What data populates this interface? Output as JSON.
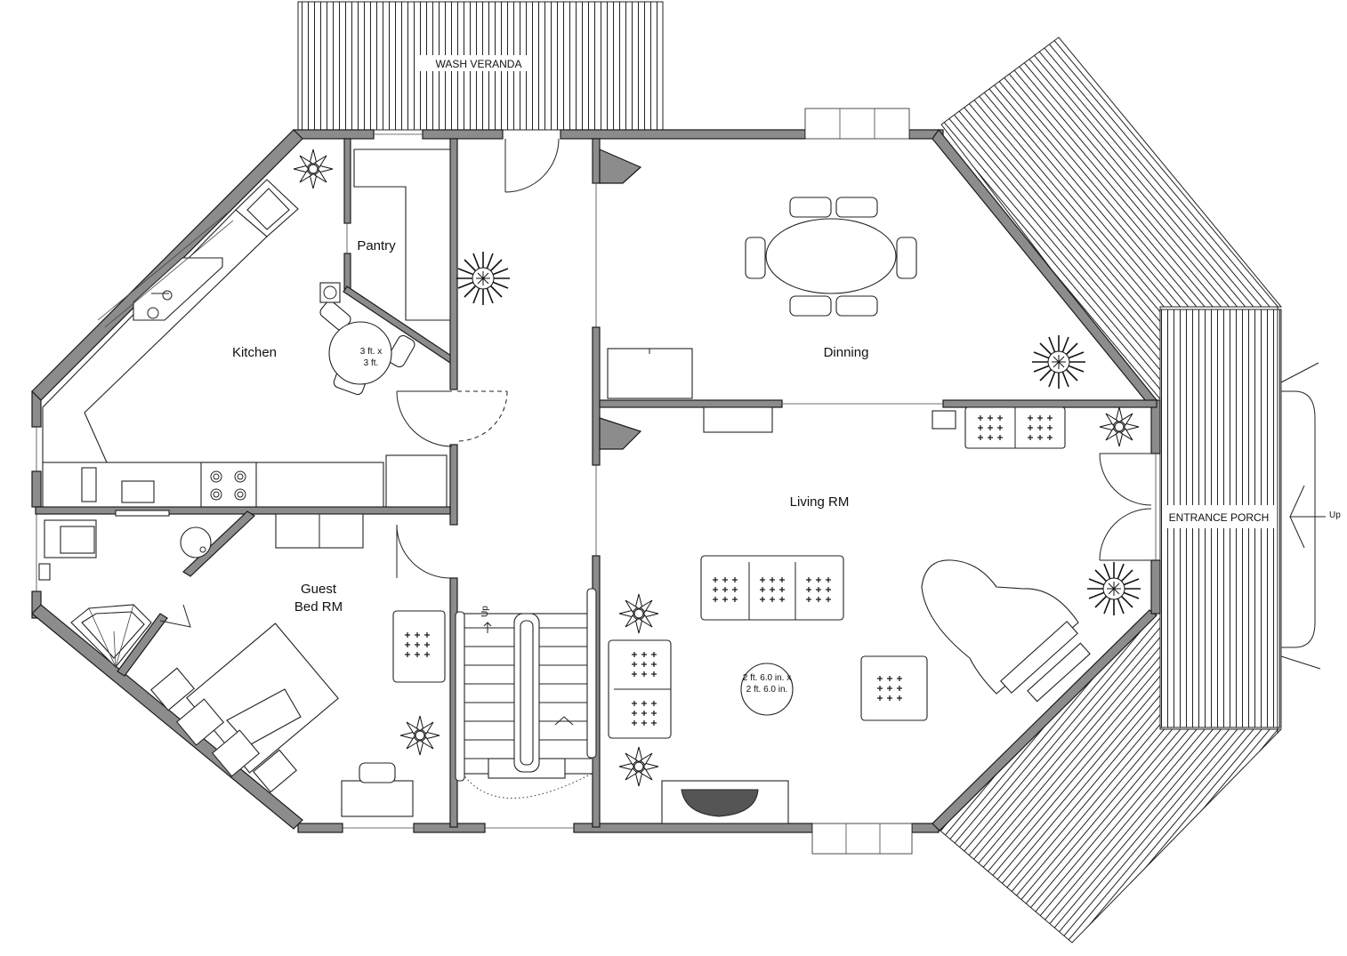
{
  "plan": {
    "rooms": {
      "wash_veranda": "WASH VERANDA",
      "pantry": "Pantry",
      "kitchen": "Kitchen",
      "dinning": "Dinning",
      "living": "Living RM",
      "guest_line1": "Guest",
      "guest_line2": "Bed RM",
      "entrance_porch": "ENTRANCE PORCH"
    },
    "annotations": {
      "kitchen_table_line1": "3 ft. x",
      "kitchen_table_line2": "3 ft.",
      "living_table_line1": "2 ft. 6.0 in. x",
      "living_table_line2": "2 ft. 6.0 in.",
      "stair_up": "Up",
      "porch_up": "Up"
    }
  }
}
